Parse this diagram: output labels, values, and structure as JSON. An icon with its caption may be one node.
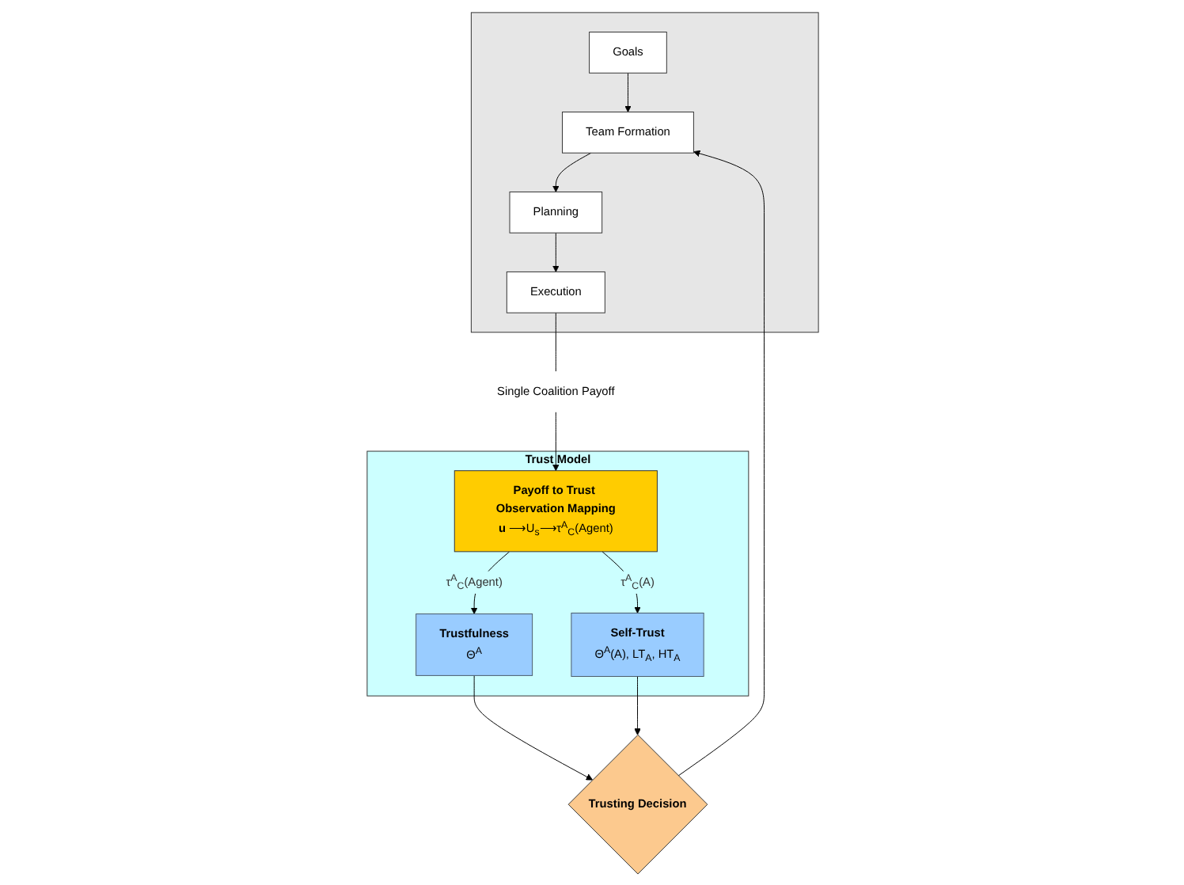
{
  "diagram": {
    "nodes": [
      {
        "text": [],
        "shape": "box"
      },
      {
        "text": [
          "Goals"
        ],
        "in": 0
      },
      {
        "text": [
          "Team Formation"
        ],
        "in": 0
      },
      {
        "text": [
          "Planning"
        ],
        "in": 0
      },
      {
        "text": [
          "Execution"
        ],
        "in": 0
      },
      {
        "text": [
          "Trust Model"
        ]
      },
      {
        "text": [
          "Trusting Decision"
        ]
      },
      {
        "text": [
          "Trustfulness",
          "Θ$^{A}$"
        ],
        "in": 5
      },
      {
        "text": [
          "Self-Trust",
          "Θ$^{A}$(A), LT$_{A}$, HT$_{A}$"
        ],
        "in": 5
      },
      {
        "text": [
          "Payoff to Trust Observation Mapping",
          "**u** ⟶U$_{s}$⟶τ$^{A}$$_{C}$(Agent)"
        ],
        "in": 5
      },
      {
        "text": [
          "Single Coalition Payoff"
        ]
      }
    ],
    "edges": [
      {
        "from": 1,
        "to": 2,
        "arrow": "to"
      },
      {
        "from": 2,
        "to": 3,
        "arrow": "to"
      },
      {
        "from": 3,
        "to": 4,
        "arrow": "to"
      },
      {
        "from": 6,
        "to": 2,
        "arrow": "to"
      },
      {
        "from": 7,
        "to": 6,
        "arrow": "to"
      },
      {
        "from": 8,
        "to": 6,
        "arrow": "to"
      },
      {
        "from": 9,
        "to": 7,
        "arrow": "to",
        "label": "τ$^{A}$$_{C}$(Agent)"
      },
      {
        "from": 9,
        "to": 8,
        "arrow": "to",
        "label": "τ$^{A}$$_{C}$(A)"
      },
      {
        "from": 4,
        "to": 10,
        "arrow": "none"
      },
      {
        "from": 10,
        "to": 9,
        "arrow": "to"
      }
    ]
  }
}
